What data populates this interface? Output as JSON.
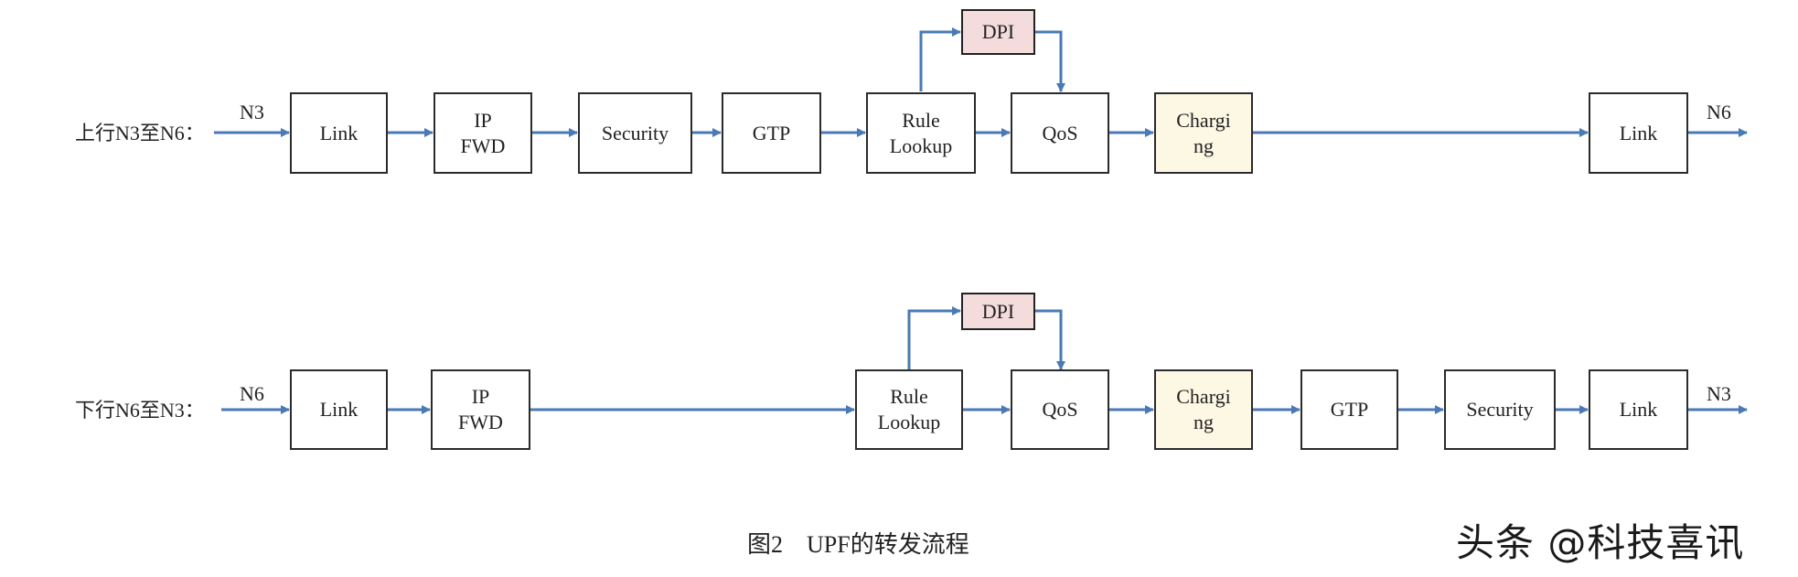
{
  "colors": {
    "arrow": "#4a7ab5",
    "box_border": "#2b2b2b",
    "dpi_fill": "#f5dcdc",
    "charging_fill": "#fdf8e4",
    "box_fill": "#ffffff"
  },
  "uplink": {
    "label": "上行N3至N6：",
    "in_port": "N3",
    "out_port": "N6",
    "boxes": {
      "link_in": "Link",
      "ipfwd_1": "IP",
      "ipfwd_2": "FWD",
      "security": "Security",
      "gtp": "GTP",
      "rule_1": "Rule",
      "rule_2": "Lookup",
      "dpi": "DPI",
      "qos": "QoS",
      "charging_1": "Chargi",
      "charging_2": "ng",
      "link_out": "Link"
    }
  },
  "downlink": {
    "label": "下行N6至N3：",
    "in_port": "N6",
    "out_port": "N3",
    "boxes": {
      "link_in": "Link",
      "ipfwd_1": "IP",
      "ipfwd_2": "FWD",
      "rule_1": "Rule",
      "rule_2": "Lookup",
      "dpi": "DPI",
      "qos": "QoS",
      "charging_1": "Chargi",
      "charging_2": "ng",
      "gtp": "GTP",
      "security": "Security",
      "link_out": "Link"
    }
  },
  "caption": "图2　UPF的转发流程",
  "watermark": "头条 @科技喜讯"
}
